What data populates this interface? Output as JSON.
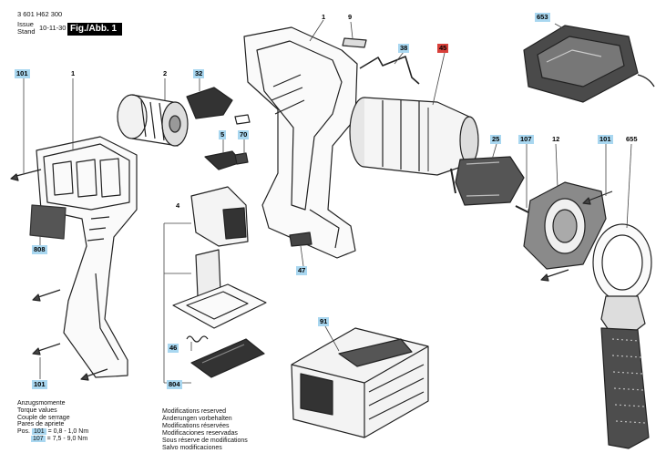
{
  "header": {
    "part_number": "3 601 H62 300",
    "issue_label": "Issue",
    "stand_label": "Stand",
    "date": "10-11-30",
    "figure": "Fig./Abb. 1"
  },
  "callouts": {
    "c101_left": "101",
    "c1_left": "1",
    "c2": "2",
    "c32": "32",
    "c5": "5",
    "c70": "70",
    "c4": "4",
    "c808": "808",
    "c101_bottom": "101",
    "c46": "46",
    "c804": "804",
    "c1_housing": "1",
    "c9": "9",
    "c38": "38",
    "c45": "45",
    "c47": "47",
    "c653": "653",
    "c25": "25",
    "c107": "107",
    "c12": "12",
    "c101_right": "101",
    "c655": "655",
    "c91": "91"
  },
  "legend": {
    "lines": [
      "Anzugsmomente",
      "Torque values",
      "Couple de serrage",
      "Pares de apriete"
    ],
    "pos_label": "Pos.",
    "pos1": "101",
    "val1": "= 0,8 - 1,0 Nm",
    "pos2": "107",
    "val2": "= 7,5 - 9,0 Nm"
  },
  "notes": [
    "Modifications reserved",
    "Änderungen vorbehalten",
    "Modifications réservées",
    "Modificaciones reservadas",
    "Sous réserve de modifications",
    "Salvo modificaciones"
  ],
  "colors": {
    "callout_blue": "#a9d7f0",
    "callout_red": "#d8403a"
  }
}
